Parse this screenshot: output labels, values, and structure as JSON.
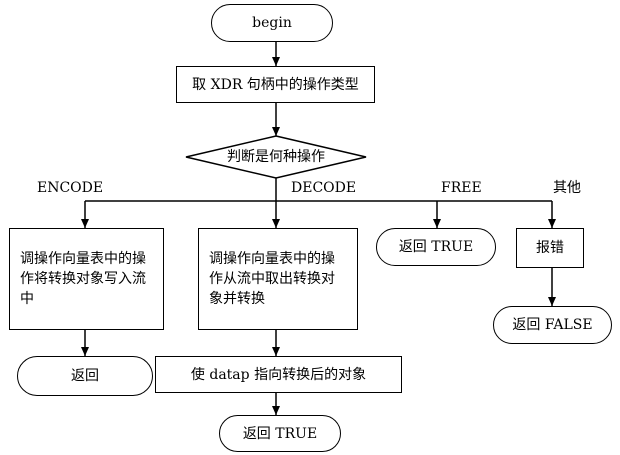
{
  "nodes": {
    "begin": "begin",
    "get_type": "取 XDR 句柄中的操作类型",
    "decision": "判断是何种操作",
    "encode_process": "调操作向量表中的操作将转换对象写入流中",
    "encode_return": "返回",
    "decode_process": "调操作向量表中的操作从流中取出转换对象并转换",
    "decode_set": "使 datap 指向转换后的对象",
    "decode_return": "返回 TRUE",
    "free_return": "返回 TRUE",
    "other_error": "报错",
    "other_return": "返回 FALSE"
  },
  "branches": {
    "encode": "ENCODE",
    "decode": "DECODE",
    "free": "FREE",
    "other": "其他"
  }
}
